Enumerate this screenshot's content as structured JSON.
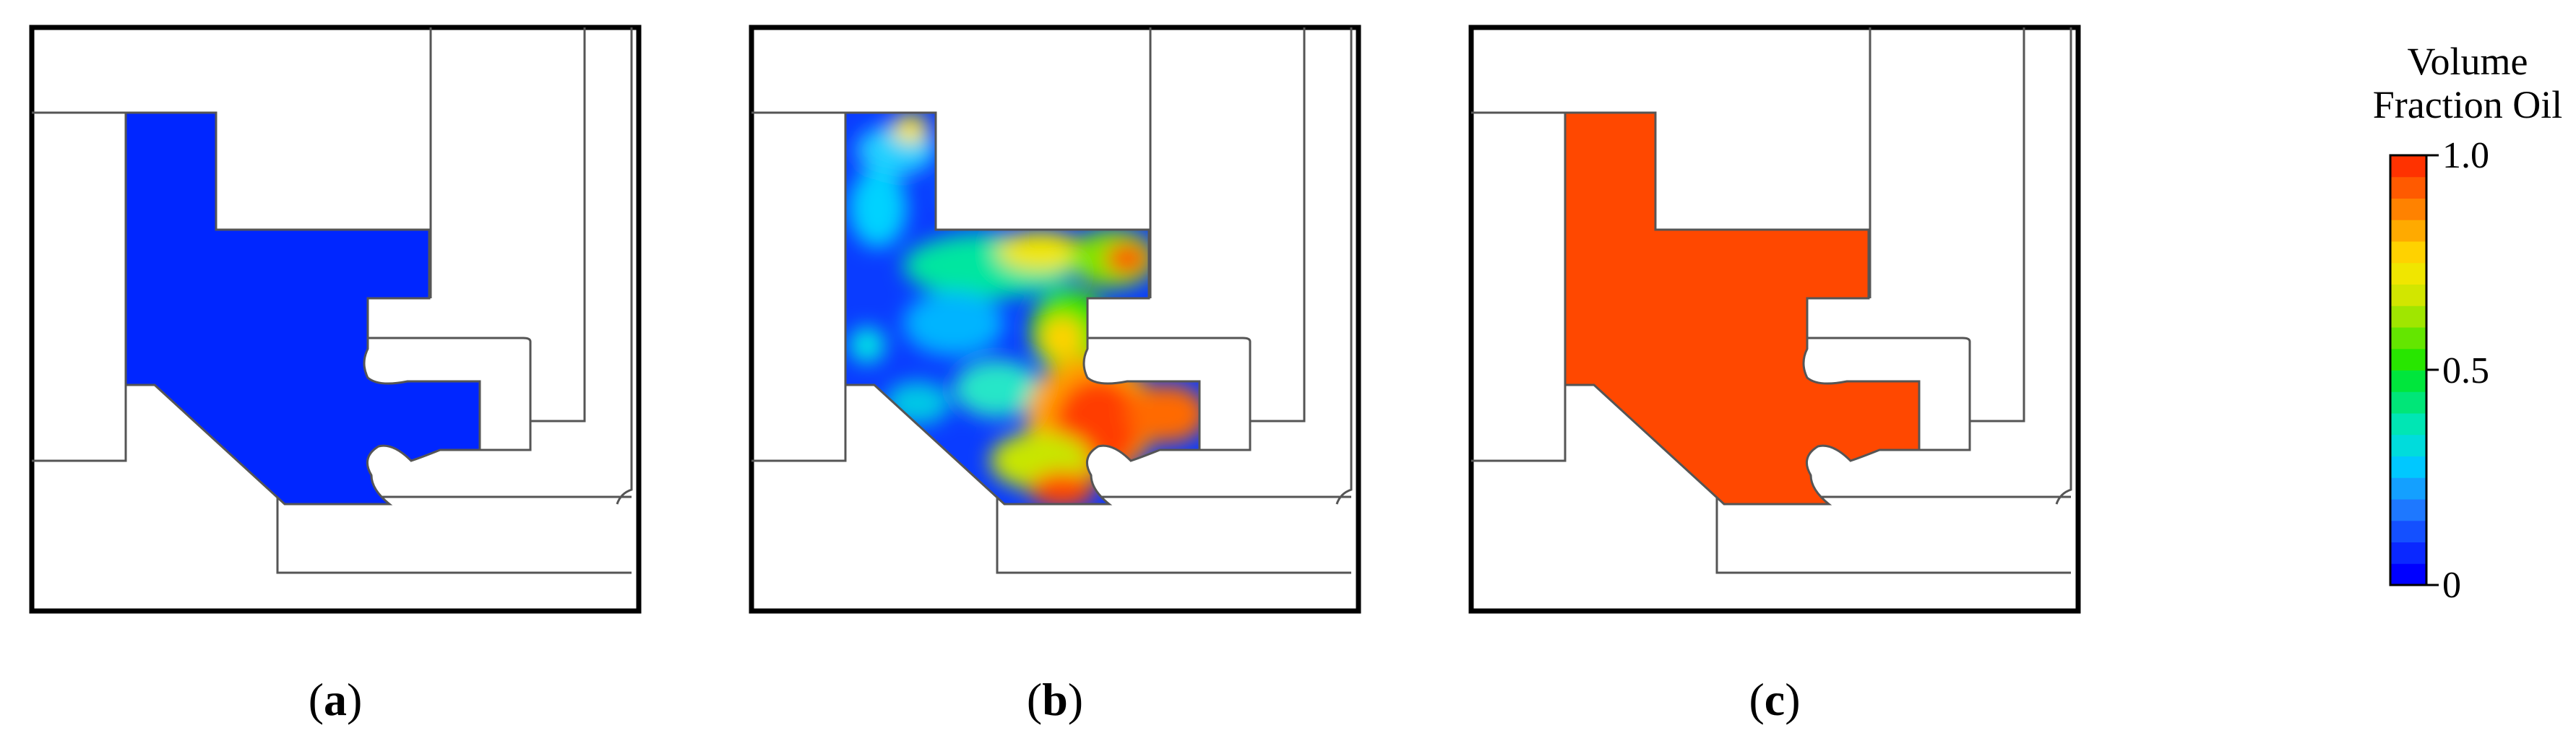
{
  "figure": {
    "panels": [
      {
        "id": "a",
        "caption_open": "(",
        "caption_letter": "a",
        "caption_close": ")",
        "fill_state": "empty",
        "volume_fraction_oil": 0.0
      },
      {
        "id": "b",
        "caption_open": "(",
        "caption_letter": "b",
        "caption_close": ")",
        "fill_state": "mixed",
        "volume_fraction_oil": 0.5
      },
      {
        "id": "c",
        "caption_open": "(",
        "caption_letter": "c",
        "caption_close": ")",
        "fill_state": "full",
        "volume_fraction_oil": 1.0
      }
    ],
    "colorbar": {
      "title_line1": "Volume",
      "title_line2": "Fraction Oil",
      "ticks": [
        "1.0",
        "0.5",
        "0"
      ],
      "range": [
        0,
        1
      ],
      "levels": 20,
      "colors": [
        "#0000ff",
        "#0a28ff",
        "#1450ff",
        "#1e78ff",
        "#14a0ff",
        "#00c8ff",
        "#00dcdc",
        "#00e6b4",
        "#00e678",
        "#00e63c",
        "#28e600",
        "#64e600",
        "#a0e600",
        "#d2e600",
        "#f0e600",
        "#ffd200",
        "#ffaa00",
        "#ff8200",
        "#ff5a00",
        "#ff3200"
      ],
      "low_color": "#0000ff",
      "high_color": "#ff4800"
    }
  }
}
